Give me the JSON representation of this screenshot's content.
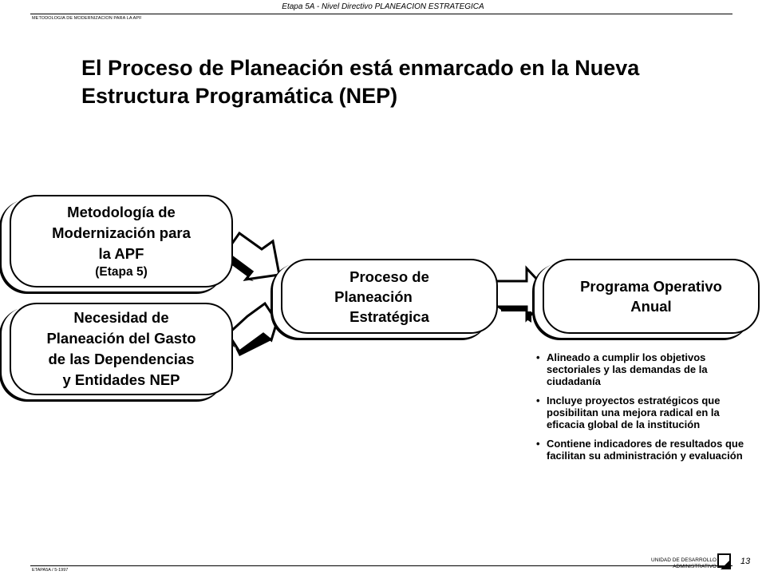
{
  "header": {
    "center": "Etapa 5A - Nivel Directivo PLANEACION ESTRATEGICA",
    "left": "METODOLOGIA DE MODERNIZACION PARA LA APF"
  },
  "title": "El Proceso de Planeación está enmarcado en la Nueva Estructura Programática (NEP)",
  "boxes": {
    "metodologia": {
      "line1": "Metodología de",
      "line2": "Modernización para",
      "line3": "la APF",
      "sub": "(Etapa 5)"
    },
    "necesidad": {
      "line1": "Necesidad de",
      "line2": "Planeación del Gasto",
      "line3": "de las Dependencias",
      "line4": "y Entidades NEP"
    },
    "proceso": {
      "line1": "Proceso de",
      "line2": "Planeación",
      "line3": "Estratégica"
    },
    "programa": {
      "line1": "Programa Operativo",
      "line2": "Anual"
    }
  },
  "bullets": [
    "Alineado a cumplir los objetivos sectoriales y las demandas de la ciudadanía",
    "Incluye proyectos estratégicos que posibilitan una mejora radical en la eficacia global de la institución",
    "Contiene indicadores de resultados que facilitan su administración y evaluación"
  ],
  "bullet_marker": "•",
  "footer": {
    "left": "ETAPA5A / 5-1997",
    "unit_line1": "UNIDAD DE DESARROLLO",
    "unit_line2": "ADMINISTRATIVO",
    "page": "13"
  }
}
